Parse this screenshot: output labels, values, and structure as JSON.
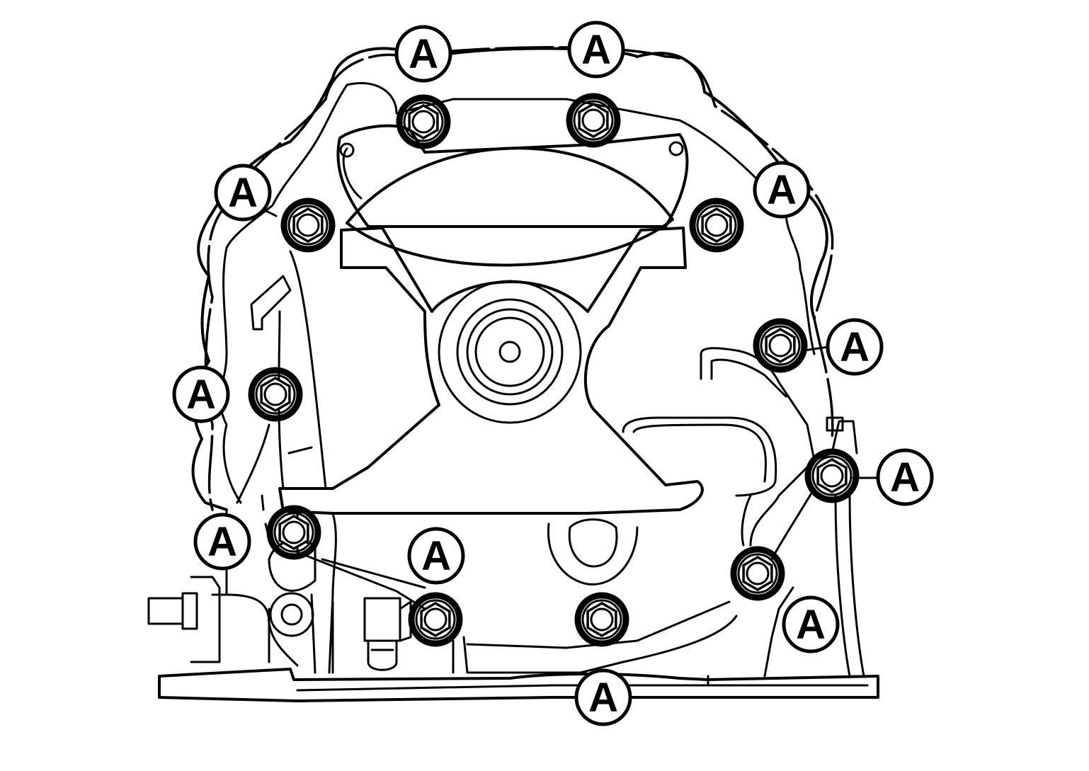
{
  "diagram": {
    "callout_labels": [
      {
        "id": "a1",
        "text": "A"
      },
      {
        "id": "a2",
        "text": "A"
      },
      {
        "id": "a3",
        "text": "A"
      },
      {
        "id": "a4",
        "text": "A"
      },
      {
        "id": "a5",
        "text": "A"
      },
      {
        "id": "a6",
        "text": "A"
      },
      {
        "id": "a7",
        "text": "A"
      },
      {
        "id": "a8",
        "text": "A"
      },
      {
        "id": "a9",
        "text": "A"
      },
      {
        "id": "a10",
        "text": "A"
      },
      {
        "id": "a11",
        "text": "A"
      }
    ],
    "colors": {
      "stroke": "#000000",
      "background": "#ffffff"
    }
  }
}
